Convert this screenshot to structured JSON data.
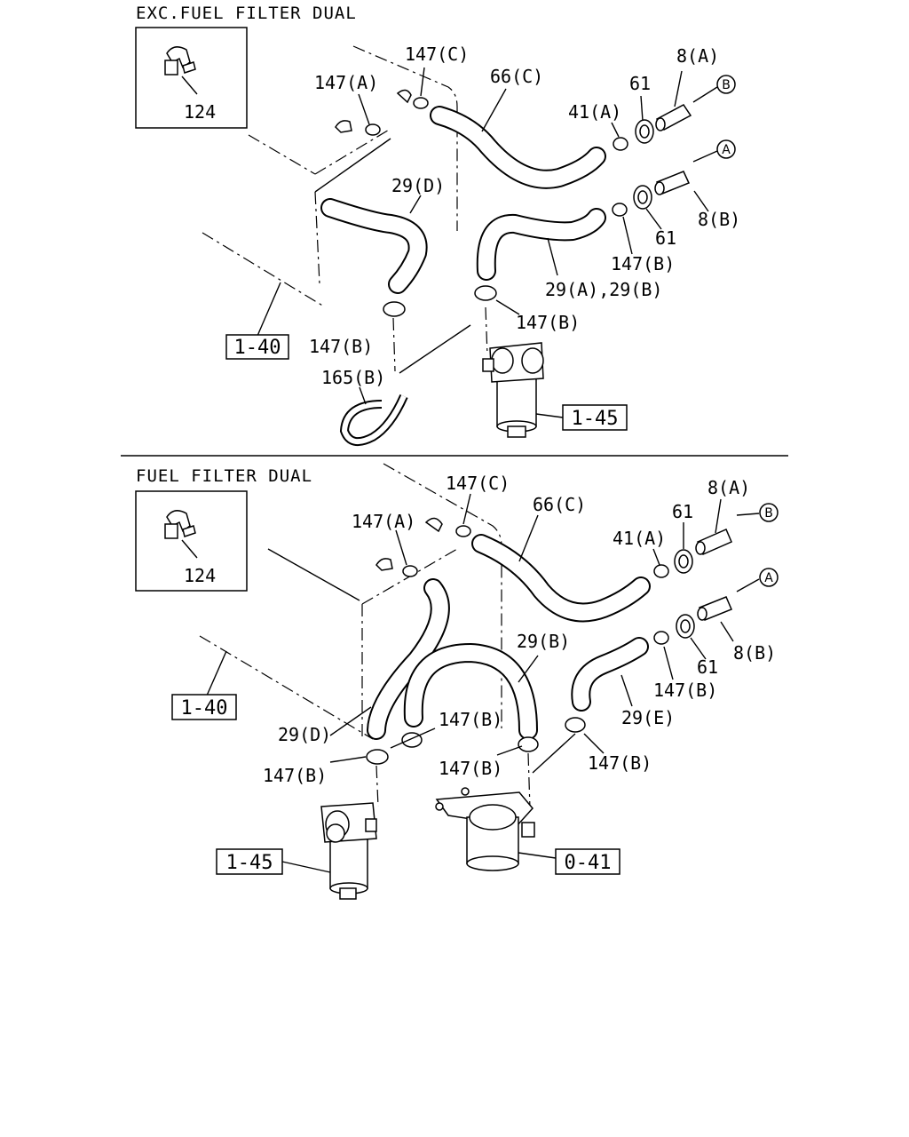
{
  "sections": {
    "top": {
      "title": "EXC.FUEL FILTER DUAL",
      "inset_label": "124",
      "ref_boxes": [
        "1-40",
        "1-45"
      ],
      "callouts": {
        "c147C": "147(C)",
        "c147A": "147(A)",
        "c66C": "66(C)",
        "c61a": "61",
        "c8A": "8(A)",
        "c41A": "41(A)",
        "c29D": "29(D)",
        "c61b": "61",
        "c8B": "8(B)",
        "c147Ba": "147(B)",
        "c29AB": "29(A),29(B)",
        "c147Bb": "147(B)",
        "c147Bc": "147(B)",
        "c165B": "165(B)"
      },
      "circle_B": "B",
      "circle_A": "A"
    },
    "bottom": {
      "title": "FUEL FILTER DUAL",
      "inset_label": "124",
      "ref_boxes": [
        "1-40",
        "1-45",
        "0-41"
      ],
      "callouts": {
        "c147C": "147(C)",
        "c147A": "147(A)",
        "c66C": "66(C)",
        "c8A": "8(A)",
        "c61a": "61",
        "c41A": "41(A)",
        "c29B": "29(B)",
        "c8B": "8(B)",
        "c61b": "61",
        "c147Ba": "147(B)",
        "c29E": "29(E)",
        "c29D": "29(D)",
        "c147Bb": "147(B)",
        "c147Bc": "147(B)",
        "c147Bd": "147(B)",
        "c147Be": "147(B)"
      },
      "circle_B": "B",
      "circle_A": "A"
    }
  }
}
